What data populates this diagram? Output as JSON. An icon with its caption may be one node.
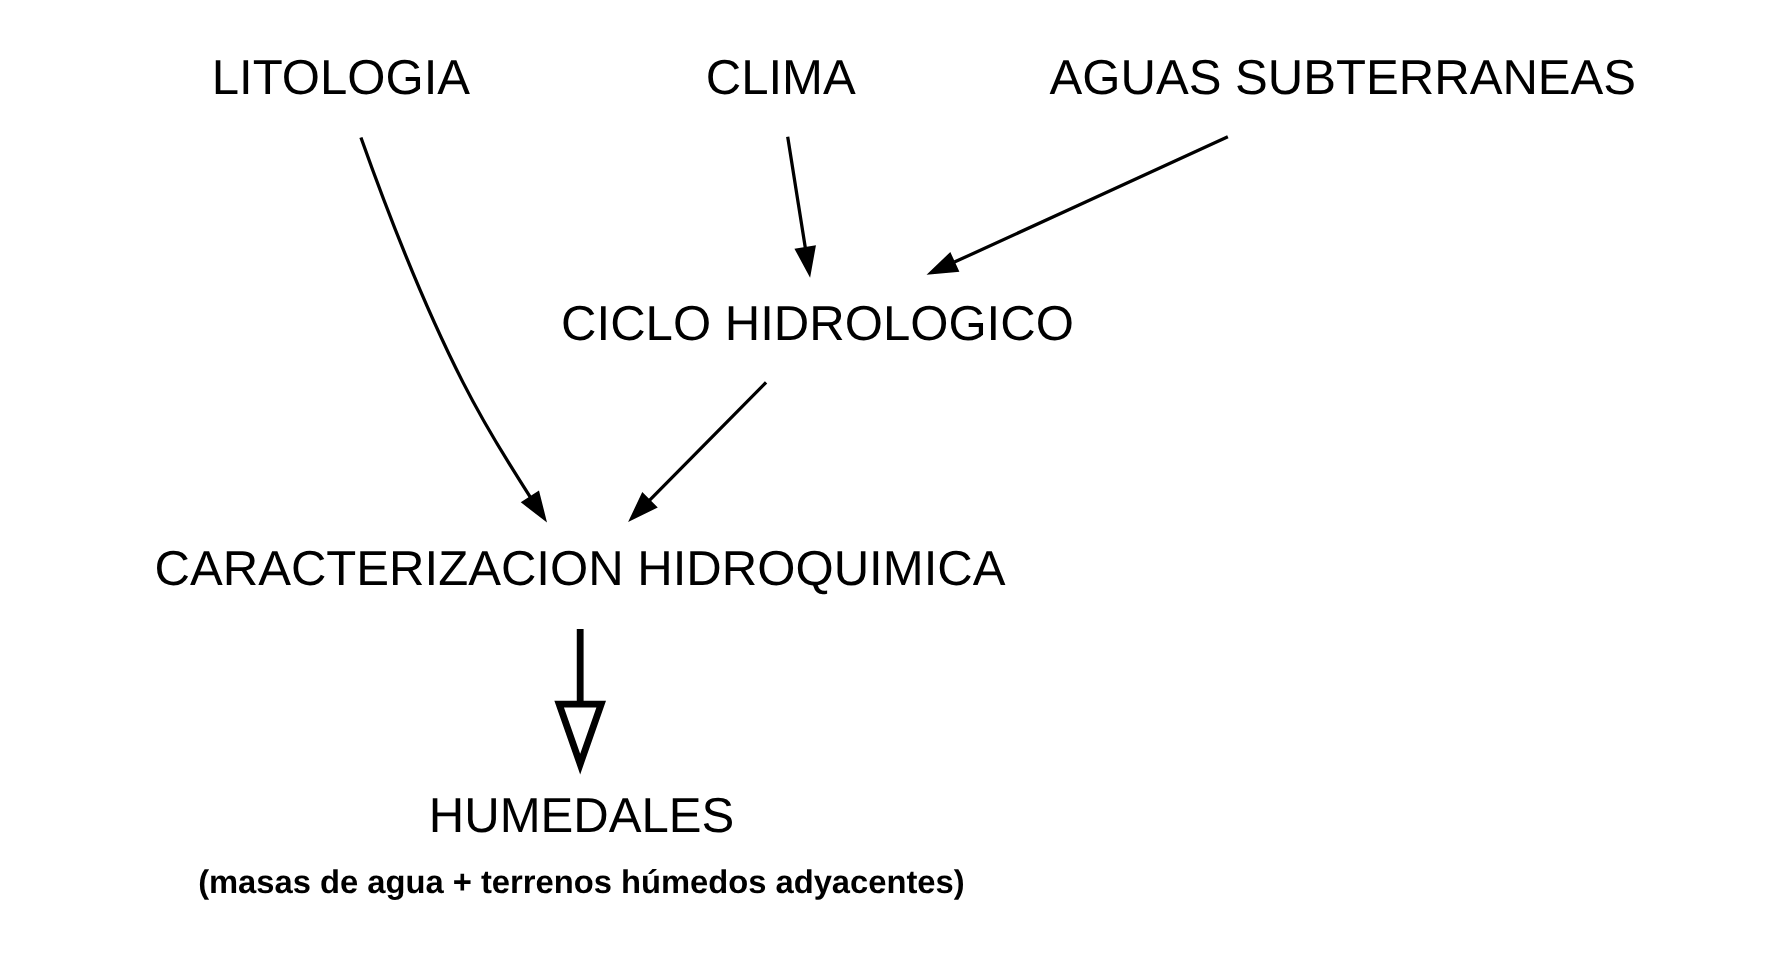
{
  "diagram": {
    "nodes": [
      {
        "text": [
          "LITOLOGIA"
        ]
      },
      {
        "text": [
          "CLIMA"
        ]
      },
      {
        "text": [
          "AGUAS SUBTERRANEAS"
        ]
      },
      {
        "text": [
          "CICLO HIDROLOGICO"
        ]
      },
      {
        "text": [
          "CARACTERIZACION HIDROQUIMICA"
        ]
      },
      {
        "text": [
          "HUMEDALES"
        ],
        "beside": [
          "(masas de agua + terrenos húmedos adyacentes)"
        ]
      }
    ],
    "edges": [
      {
        "from": 0,
        "to": 4,
        "arrow": "to"
      },
      {
        "from": 1,
        "to": 3,
        "arrow": "to"
      },
      {
        "from": 2,
        "to": 3,
        "arrow": "to"
      },
      {
        "from": 3,
        "to": 4,
        "arrow": "to"
      },
      {
        "from": 4,
        "to": 5,
        "arrow": "to",
        "style": "thick"
      }
    ]
  }
}
